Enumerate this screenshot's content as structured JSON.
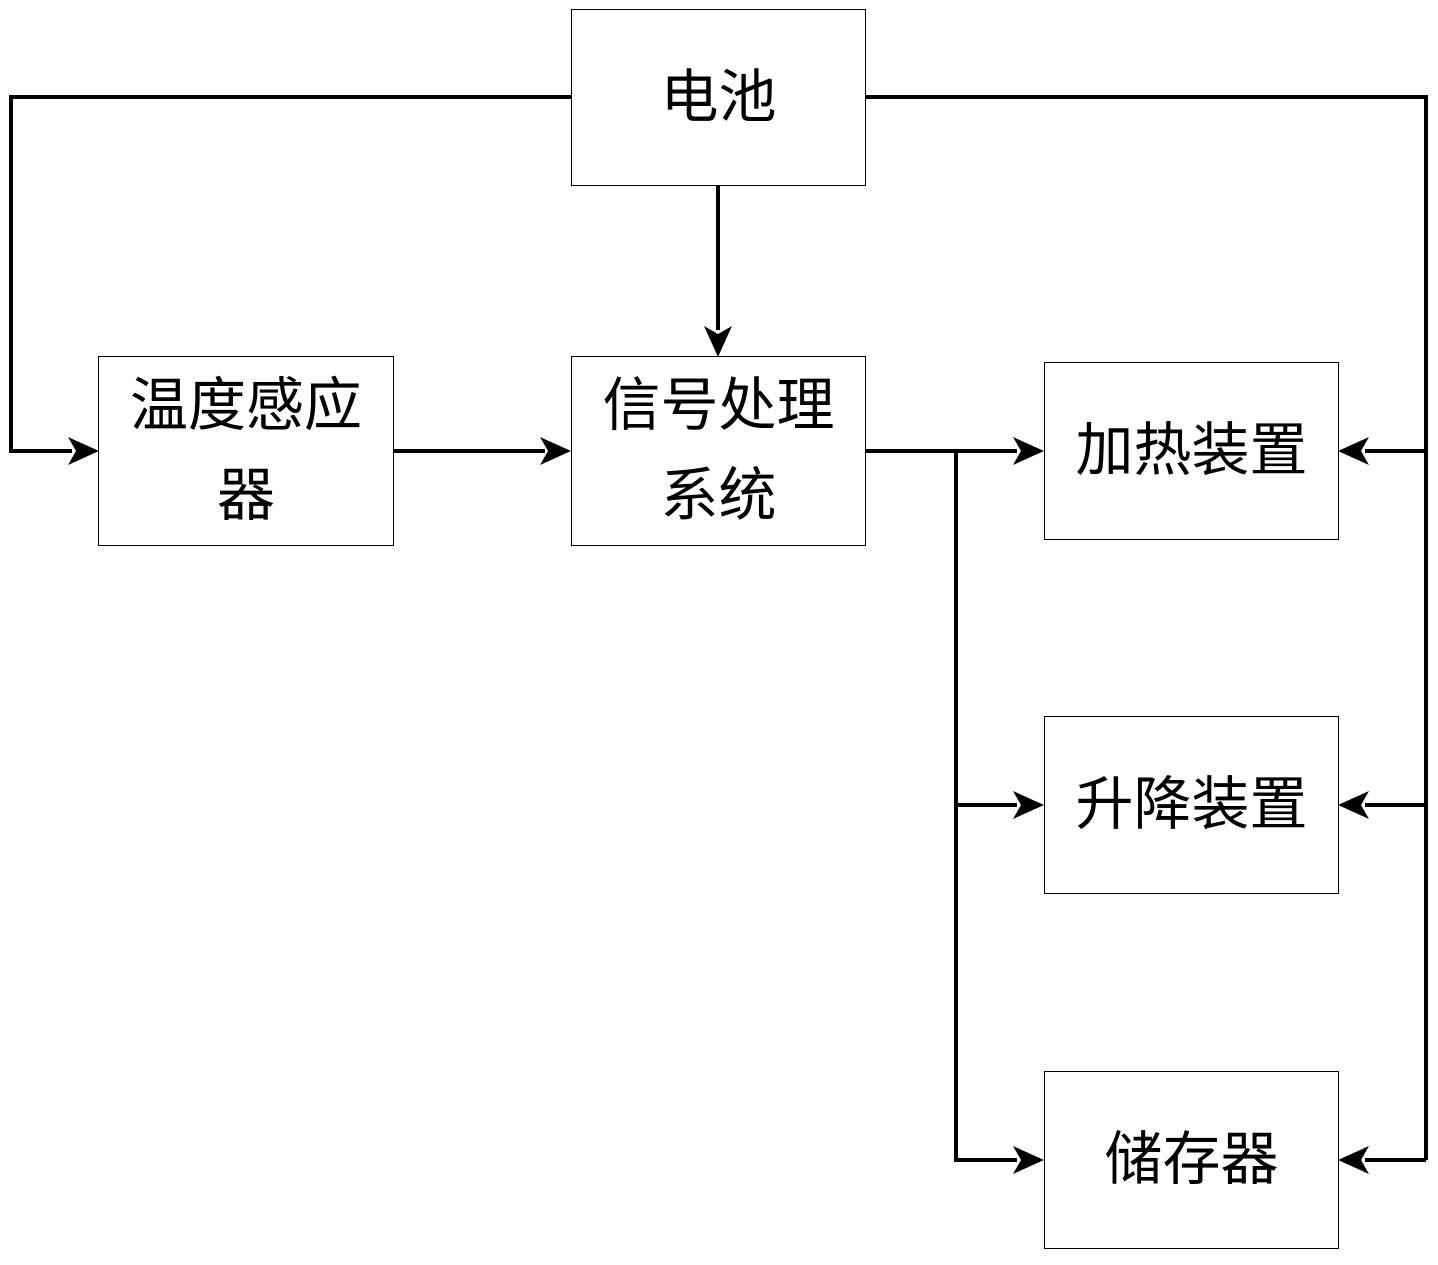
{
  "diagram": {
    "title": "",
    "nodes": {
      "battery": {
        "label": "电池"
      },
      "temp_sensor": {
        "label": "温度感应器",
        "lines": [
          "温度感应",
          "器"
        ]
      },
      "signal_processing": {
        "label": "信号处理系统",
        "lines": [
          "信号处理",
          "系统"
        ]
      },
      "heater": {
        "label": "加热装置"
      },
      "lift": {
        "label": "升降装置"
      },
      "storage": {
        "label": "储存器"
      }
    },
    "edges": [
      {
        "from": "battery",
        "to": "temp_sensor"
      },
      {
        "from": "battery",
        "to": "signal_processing"
      },
      {
        "from": "battery",
        "to": "heater"
      },
      {
        "from": "battery",
        "to": "lift"
      },
      {
        "from": "battery",
        "to": "storage"
      },
      {
        "from": "temp_sensor",
        "to": "signal_processing"
      },
      {
        "from": "signal_processing",
        "to": "heater"
      },
      {
        "from": "signal_processing",
        "to": "lift"
      },
      {
        "from": "signal_processing",
        "to": "storage"
      }
    ],
    "colors": {
      "stroke": "#000000",
      "background": "#ffffff"
    }
  }
}
